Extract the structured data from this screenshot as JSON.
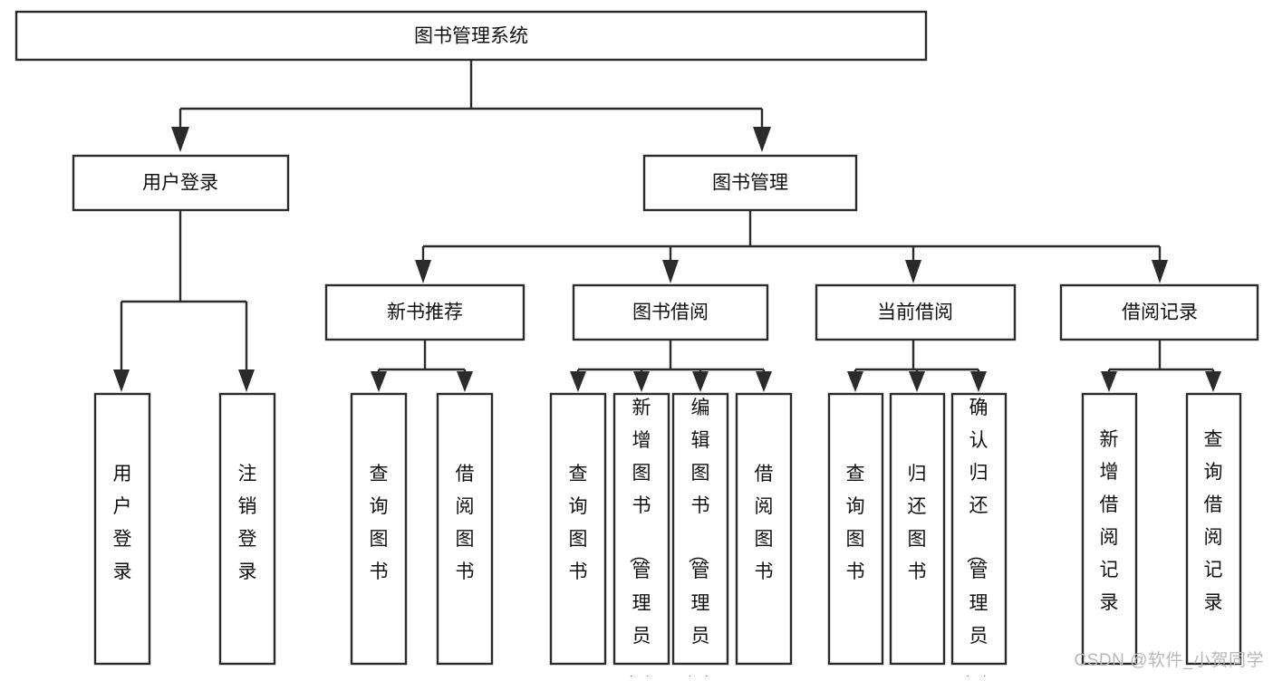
{
  "diagram": {
    "title": "图书管理系统",
    "type": "tree",
    "orientation": "top-down",
    "colors": {
      "box_stroke": "#2b2b2b",
      "box_fill": "#ffffff",
      "text": "#111111",
      "connector": "#2b2b2b",
      "background": "#ffffff",
      "watermark": "#b8b8b8"
    }
  },
  "root": {
    "label": "图书管理系统"
  },
  "level2": [
    {
      "id": "user-login",
      "label": "用户登录"
    },
    {
      "id": "book-management",
      "label": "图书管理"
    }
  ],
  "level3": [
    {
      "id": "new-book-recommend",
      "label": "新书推荐",
      "parent": "book-management"
    },
    {
      "id": "book-borrow",
      "label": "图书借阅",
      "parent": "book-management"
    },
    {
      "id": "current-borrow",
      "label": "当前借阅",
      "parent": "book-management"
    },
    {
      "id": "borrow-record",
      "label": "借阅记录",
      "parent": "book-management"
    }
  ],
  "leaves": {
    "user-login": [
      {
        "id": "leaf-user-login",
        "label": "用户登录"
      },
      {
        "id": "leaf-user-logout",
        "label": "注销登录"
      }
    ],
    "new-book-recommend": [
      {
        "id": "leaf-query-book-1",
        "label": "查询图书"
      },
      {
        "id": "leaf-borrow-book-1",
        "label": "借阅图书"
      }
    ],
    "book-borrow": [
      {
        "id": "leaf-query-book-2",
        "label": "查询图书"
      },
      {
        "id": "leaf-add-book",
        "label": "新增图书（管理员）"
      },
      {
        "id": "leaf-edit-book",
        "label": "编辑图书（管理员）"
      },
      {
        "id": "leaf-borrow-book-2",
        "label": "借阅图书"
      }
    ],
    "current-borrow": [
      {
        "id": "leaf-query-book-3",
        "label": "查询图书"
      },
      {
        "id": "leaf-return-book",
        "label": "归还图书"
      },
      {
        "id": "leaf-confirm-return",
        "label": "确认归还（管理员）"
      }
    ],
    "borrow-record": [
      {
        "id": "leaf-add-record",
        "label": "新增借阅记录"
      },
      {
        "id": "leaf-query-record",
        "label": "查询借阅记录"
      }
    ]
  },
  "watermark": {
    "text": "CSDN @软件_小贺同学"
  }
}
